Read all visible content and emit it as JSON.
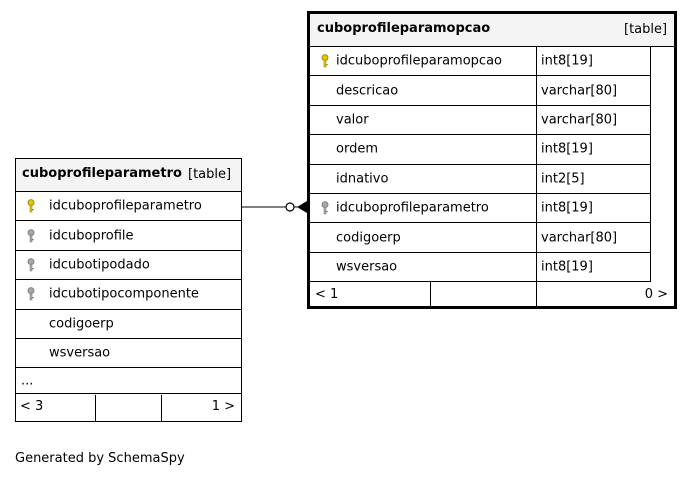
{
  "tables": {
    "right": {
      "name": "cuboprofileparamopcao",
      "type_label": "[table]",
      "columns": [
        {
          "name": "idcuboprofileparamopcao",
          "type": "int8[19]",
          "key": "primary"
        },
        {
          "name": "descricao",
          "type": "varchar[80]",
          "key": "none"
        },
        {
          "name": "valor",
          "type": "varchar[80]",
          "key": "none"
        },
        {
          "name": "ordem",
          "type": "int8[19]",
          "key": "none"
        },
        {
          "name": "idnativo",
          "type": "int2[5]",
          "key": "none"
        },
        {
          "name": "idcuboprofileparametro",
          "type": "int8[19]",
          "key": "foreign"
        },
        {
          "name": "codigoerp",
          "type": "varchar[80]",
          "key": "none"
        },
        {
          "name": "wsversao",
          "type": "int8[19]",
          "key": "none"
        }
      ],
      "footer_left": "< 1",
      "footer_right": "0 >"
    },
    "left": {
      "name": "cuboprofileparametro",
      "type_label": "[table]",
      "columns": [
        {
          "name": "idcuboprofileparametro",
          "key": "primary"
        },
        {
          "name": "idcuboprofile",
          "key": "foreign"
        },
        {
          "name": "idcubotipodado",
          "key": "foreign"
        },
        {
          "name": "idcubotipocomponente",
          "key": "foreign"
        },
        {
          "name": "codigoerp",
          "key": "none"
        },
        {
          "name": "wsversao",
          "key": "none"
        }
      ],
      "more_label": "...",
      "footer_left": "< 3",
      "footer_right": "1 >"
    }
  },
  "footer_text": "Generated by SchemaSpy",
  "colors": {
    "primary_key": "#e6c800",
    "foreign_key": "#a8a8a8",
    "header_bg": "#f4f4f4",
    "line": "#000000"
  }
}
